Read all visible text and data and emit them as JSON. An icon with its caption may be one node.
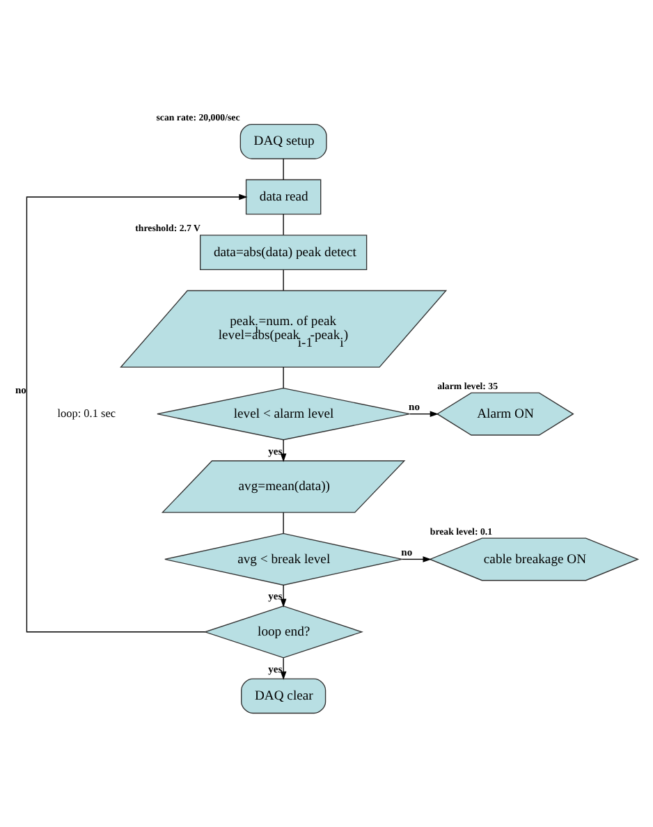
{
  "diagram": {
    "nodes": [
      {
        "text": [
          "DAQ setup"
        ],
        "beside": [
          "scan rate: 20,000/sec"
        ]
      },
      {
        "text": [
          "data read"
        ]
      },
      {
        "text": [
          "data=abs(data) peak detect"
        ],
        "beside": [
          "threshold: 2.7 V"
        ]
      },
      {
        "text": [
          "peak$_{i}$=num. of peak level=abs(peak$_{i-1}$-peak$_{i}$)"
        ]
      },
      {
        "text": [
          "level < alarm level"
        ]
      },
      {
        "text": [
          "Alarm ON"
        ],
        "beside": [
          "alarm level: 35"
        ]
      },
      {
        "text": [
          "avg=mean(data))"
        ]
      },
      {
        "text": [
          "avg < break level"
        ]
      },
      {
        "text": [
          "cable breakage ON"
        ],
        "beside": [
          "break level: 0.1"
        ]
      },
      {
        "text": [
          "loop end?"
        ]
      },
      {
        "text": [
          "DAQ clear"
        ]
      }
    ],
    "edges": [
      {
        "from": 0,
        "to": 1,
        "arrow": "none"
      },
      {
        "from": 1,
        "to": 2,
        "arrow": "none"
      },
      {
        "from": 2,
        "to": 3,
        "arrow": "none"
      },
      {
        "from": 3,
        "to": 4,
        "arrow": "none"
      },
      {
        "from": 4,
        "to": 5,
        "arrow": "to",
        "label": "no"
      },
      {
        "from": 4,
        "to": 6,
        "arrow": "to",
        "label": "yes"
      },
      {
        "from": 6,
        "to": 7,
        "arrow": "none"
      },
      {
        "from": 7,
        "to": 8,
        "arrow": "to",
        "label": "no"
      },
      {
        "from": 7,
        "to": 9,
        "arrow": "to",
        "label": "yes"
      },
      {
        "from": 9,
        "to": 1,
        "arrow": "to",
        "label": "no"
      },
      {
        "from": 9,
        "to": 10,
        "arrow": "to",
        "label": "yes"
      }
    ],
    "labels": [
      "loop: 0.1 sec"
    ]
  }
}
